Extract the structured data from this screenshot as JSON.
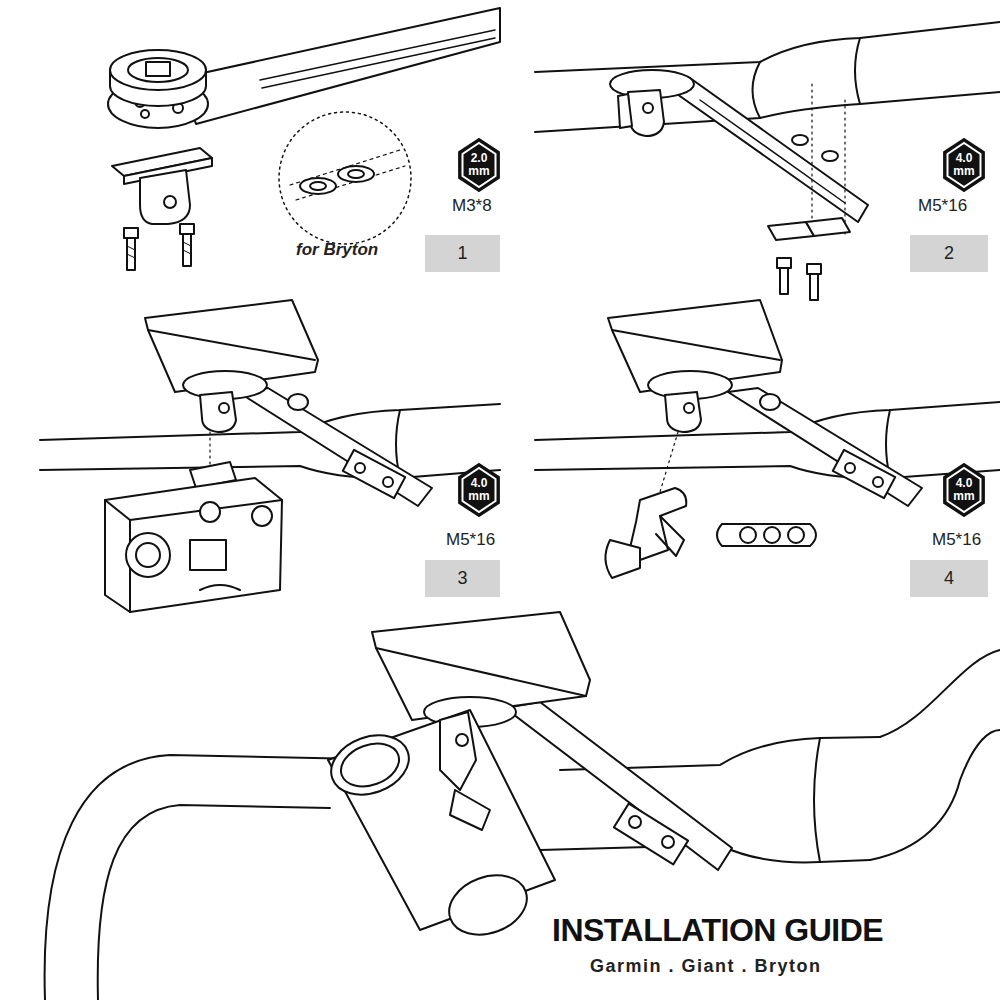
{
  "diagram": {
    "title": "INSTALLATION GUIDE",
    "caption": "Garmin . Giant . Bryton",
    "nodes": [
      {
        "text": [
          "2.0 mm"
        ]
      },
      {
        "text": [
          "1"
        ]
      },
      {
        "text": [
          "4.0 mm"
        ]
      },
      {
        "text": [
          "2"
        ]
      },
      {
        "text": [
          "4.0 mm"
        ]
      },
      {
        "text": [
          "3"
        ]
      },
      {
        "text": [
          "4.0 mm"
        ]
      },
      {
        "text": [
          "4"
        ]
      }
    ],
    "labels": [
      "M3*8",
      "for Bryton",
      "M5*16",
      "M5*16",
      "M5*16"
    ]
  }
}
